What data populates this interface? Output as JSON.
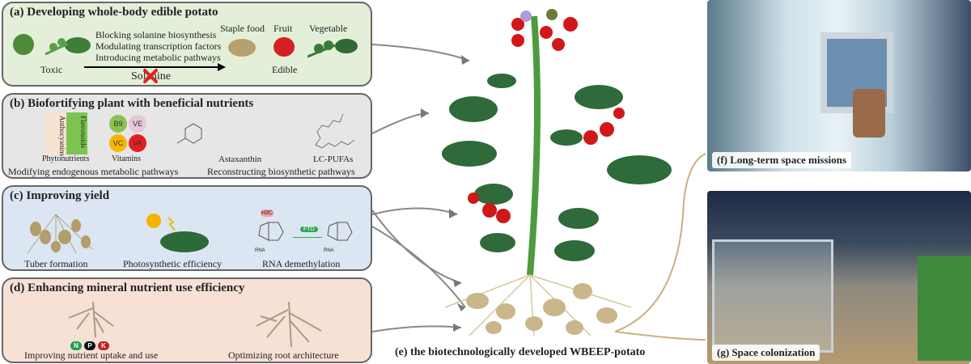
{
  "panel_a": {
    "title": "(a) Developing whole-body edible potato",
    "steps": [
      "Blocking solanine biosynthesis",
      "Modulating transcription factors",
      "Introducing metabolic pathways"
    ],
    "toxic": "Toxic",
    "solanine": "Solanine",
    "edible": "Edible",
    "staple": "Staple food",
    "fruit": "Fruit",
    "vegetable": "Vegetable"
  },
  "panel_b": {
    "title": "(b) Biofortifying plant with beneficial nutrients",
    "anthocyanins": "Anthocyanins",
    "flavonoids": "Flavonoids",
    "phytonutrients": "Phytonutrients",
    "vitamins": [
      "B9",
      "VE",
      "VC",
      "VA"
    ],
    "vitamins_label": "Vitamins",
    "astaxanthin": "Astaxanthin",
    "lcpufas": "LC-PUFAs",
    "left_caption": "Modifying endogenous metabolic pathways",
    "right_caption": "Reconstructing biosynthetic pathways"
  },
  "panel_c": {
    "title": "(c) Improving  yield",
    "tuber": "Tuber formation",
    "photo": "Photosynthetic efficiency",
    "rna": "RNA demethylation",
    "h3c": "H3C",
    "fto": "FTO",
    "rna_small": "RNA"
  },
  "panel_d": {
    "title": "(d) Enhancing mineral nutrient use efficiency",
    "npk": [
      "N",
      "P",
      "K"
    ],
    "uptake": "Improving nutrient uptake and use",
    "root": "Optimizing root architecture"
  },
  "center": {
    "caption": "(e) the biotechnologically developed WBEEP-potato"
  },
  "right": {
    "f": "(f) Long-term space missions",
    "g": "(g) Space colonization"
  },
  "colors": {
    "a": "#e3efd9",
    "b": "#e6e6e6",
    "c": "#dbe6f2",
    "d": "#f7e1d5",
    "vB9": "#8cc152",
    "vVE": "#e8c6dc",
    "vVC": "#f7b500",
    "vVA": "#e02020"
  }
}
